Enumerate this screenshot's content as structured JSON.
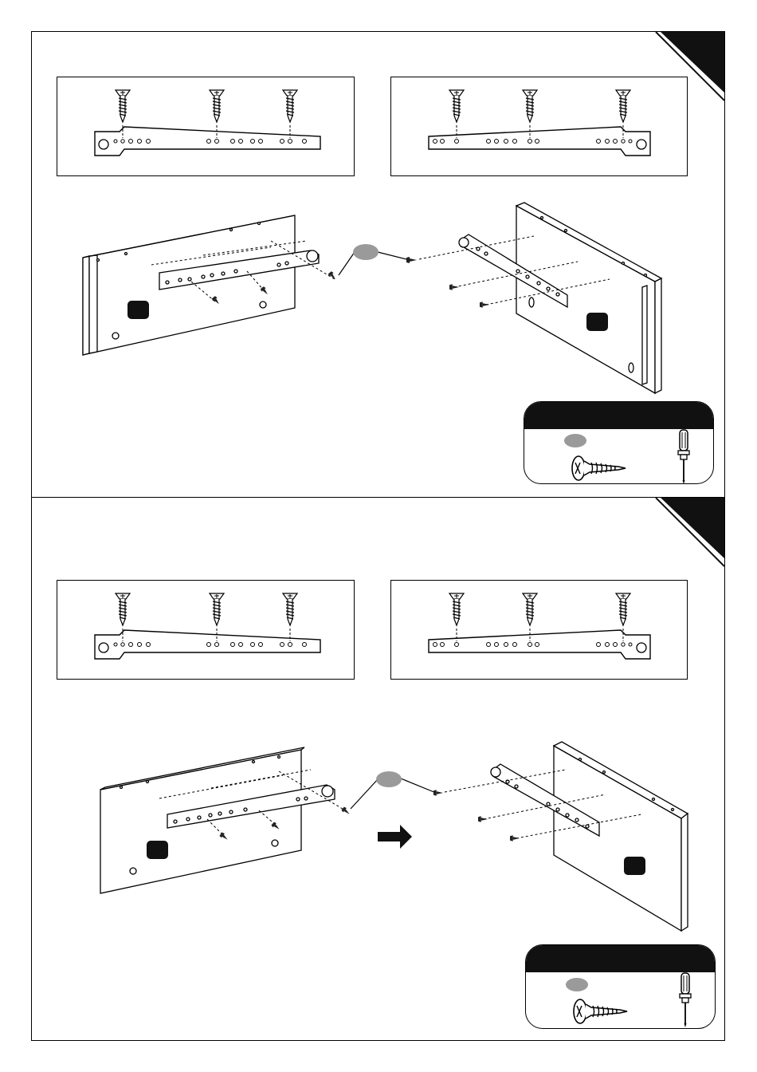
{
  "page": {
    "background": "#ffffff",
    "line_color": "#000000",
    "accent_gray": "#9a9a9a"
  },
  "steps": [
    {
      "id": "step-1",
      "step_number": "",
      "detail_left": {
        "screws": 3,
        "bracket_end": "left"
      },
      "detail_right": {
        "screws": 3,
        "bracket_end": "right"
      },
      "parts": {
        "items": [
          "wood-screw-icon",
          "screwdriver-icon"
        ]
      }
    },
    {
      "id": "step-2",
      "step_number": "",
      "detail_left": {
        "screws": 3,
        "bracket_end": "left"
      },
      "detail_right": {
        "screws": 3,
        "bracket_end": "right"
      },
      "parts": {
        "items": [
          "wood-screw-icon",
          "screwdriver-icon"
        ]
      }
    }
  ]
}
